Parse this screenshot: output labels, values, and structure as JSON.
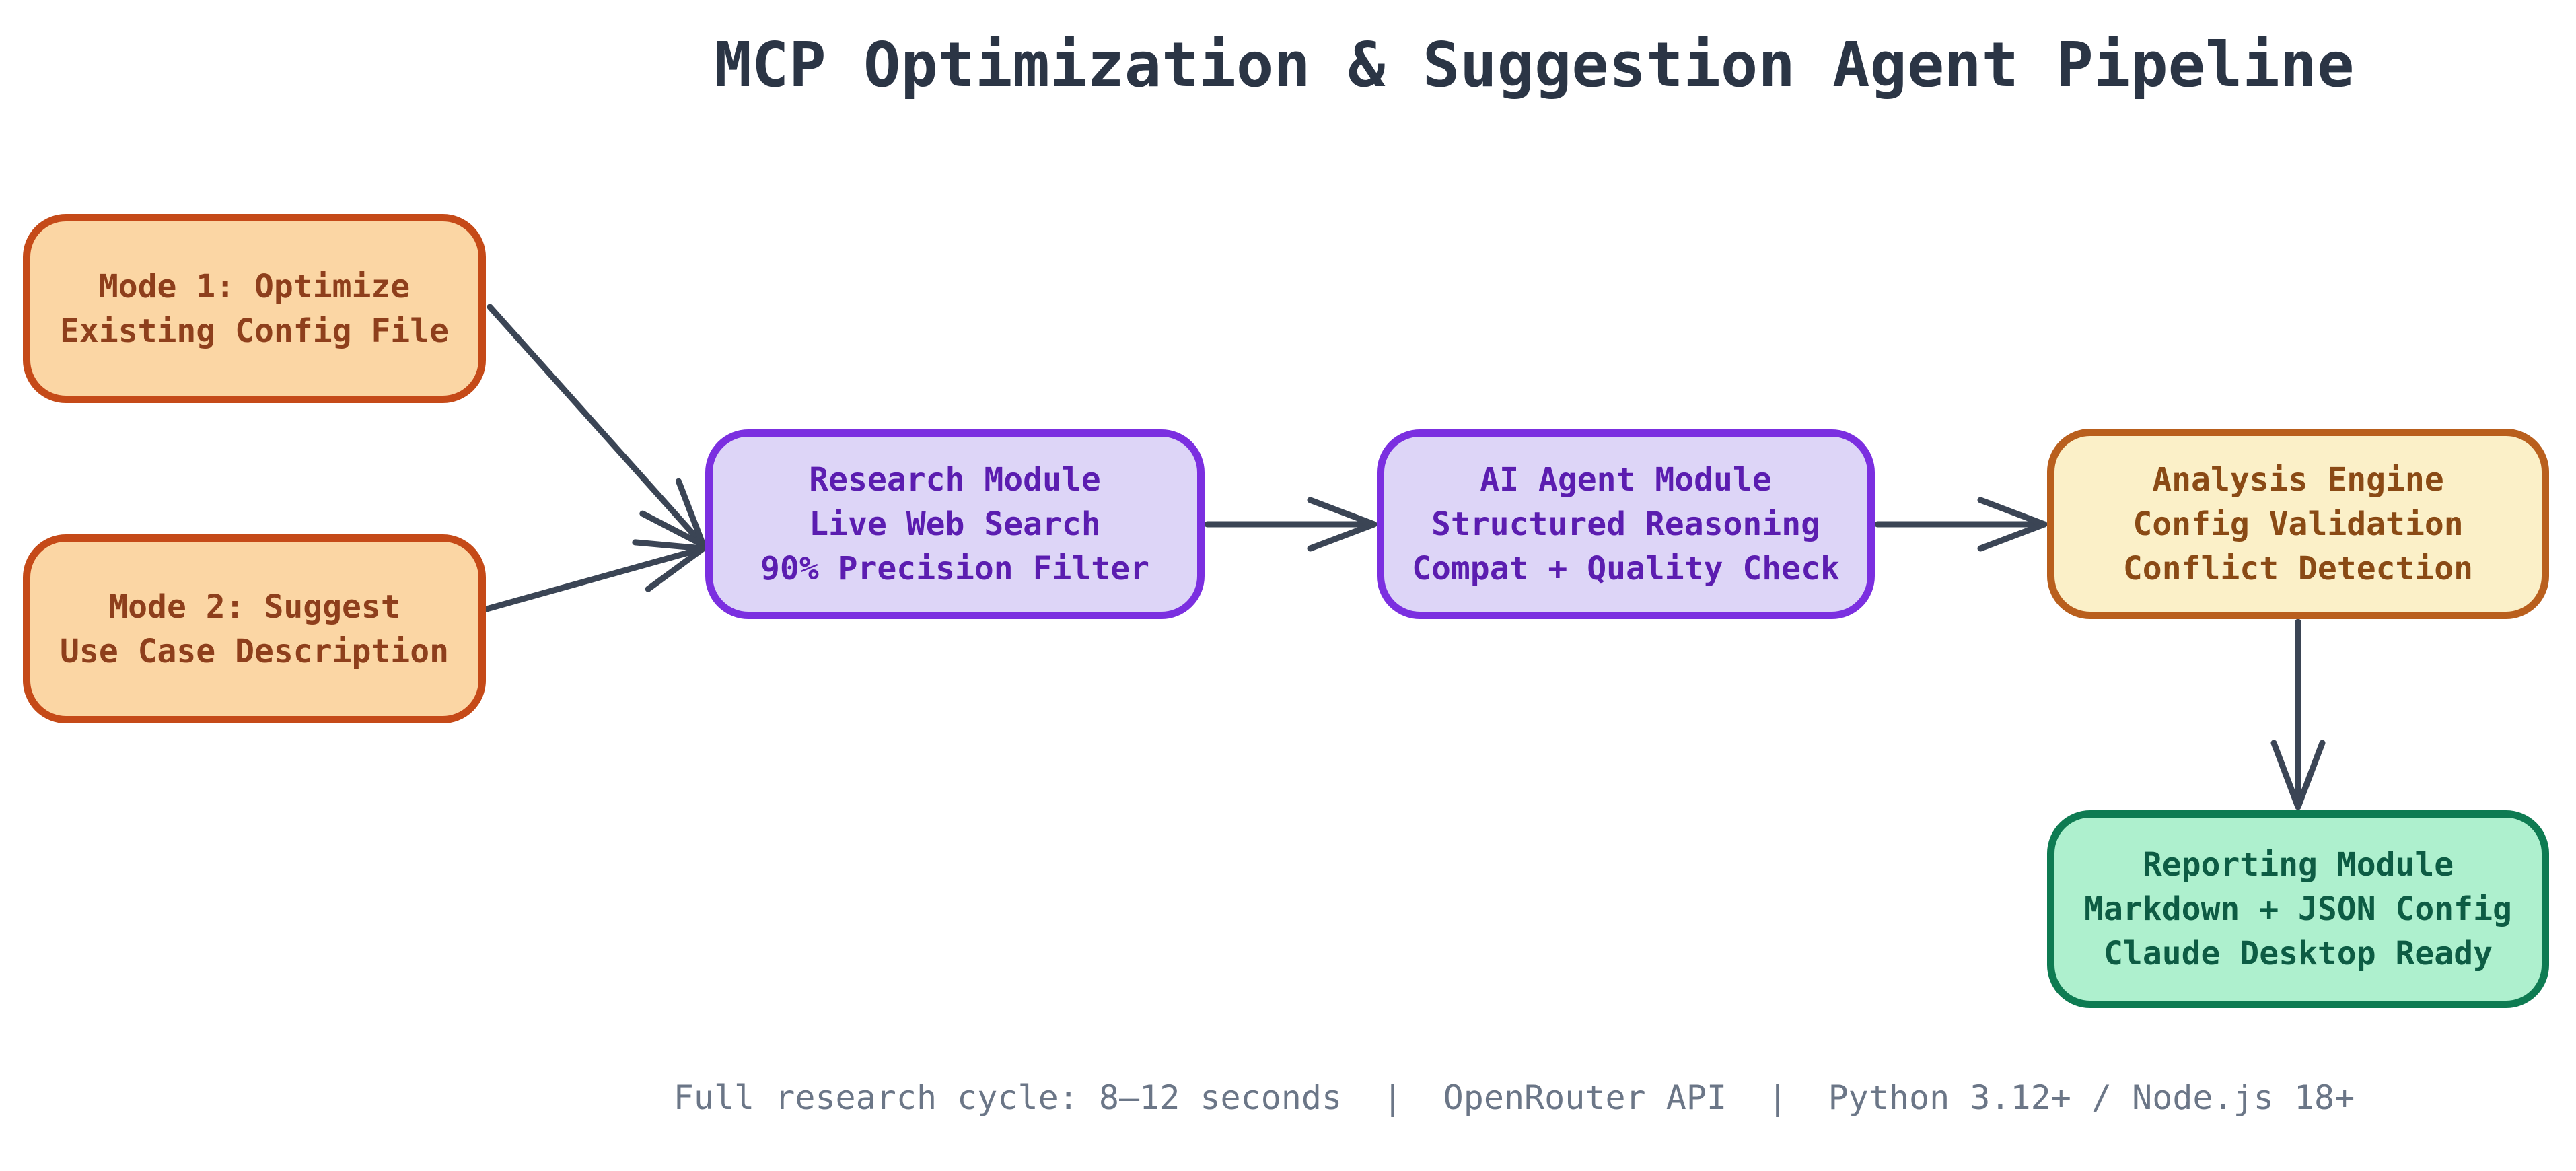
{
  "title": "MCP Optimization & Suggestion Agent Pipeline",
  "nodes": {
    "mode1": {
      "lines": [
        "Mode 1: Optimize",
        "Existing Config File"
      ],
      "color": "orange"
    },
    "mode2": {
      "lines": [
        "Mode 2: Suggest",
        "Use Case Description"
      ],
      "color": "orange"
    },
    "research": {
      "lines": [
        "Research Module",
        "Live Web Search",
        "90% Precision Filter"
      ],
      "color": "purple"
    },
    "agent": {
      "lines": [
        "AI Agent Module",
        "Structured Reasoning",
        "Compat + Quality Check"
      ],
      "color": "purple"
    },
    "analysis": {
      "lines": [
        "Analysis Engine",
        "Config Validation",
        "Conflict Detection"
      ],
      "color": "yellow"
    },
    "reporting": {
      "lines": [
        "Reporting Module",
        "Markdown + JSON Config",
        "Claude Desktop Ready"
      ],
      "color": "green"
    }
  },
  "edges": [
    {
      "from": "mode1",
      "to": "research"
    },
    {
      "from": "mode2",
      "to": "research"
    },
    {
      "from": "research",
      "to": "agent"
    },
    {
      "from": "agent",
      "to": "analysis"
    },
    {
      "from": "analysis",
      "to": "reporting"
    }
  ],
  "footer": "Full research cycle: 8–12 seconds  |  OpenRouter API  |  Python 3.12+ / Node.js 18+",
  "palette": {
    "background": "#ffffff",
    "title_text": "#2b3545",
    "footer_text": "#6b7687",
    "arrow": "#3b4555",
    "orange_fill": "#fbd6a4",
    "orange_border": "#c54a18",
    "orange_text": "#8e3f1c",
    "purple_fill": "#ddd5f7",
    "purple_border": "#7b2fe0",
    "purple_text": "#5b1db0",
    "yellow_fill": "#fbf0c8",
    "yellow_border": "#b95f1d",
    "yellow_text": "#8a4a15",
    "green_fill": "#aef0ce",
    "green_border": "#0e7b52",
    "green_text": "#0d5c44"
  }
}
